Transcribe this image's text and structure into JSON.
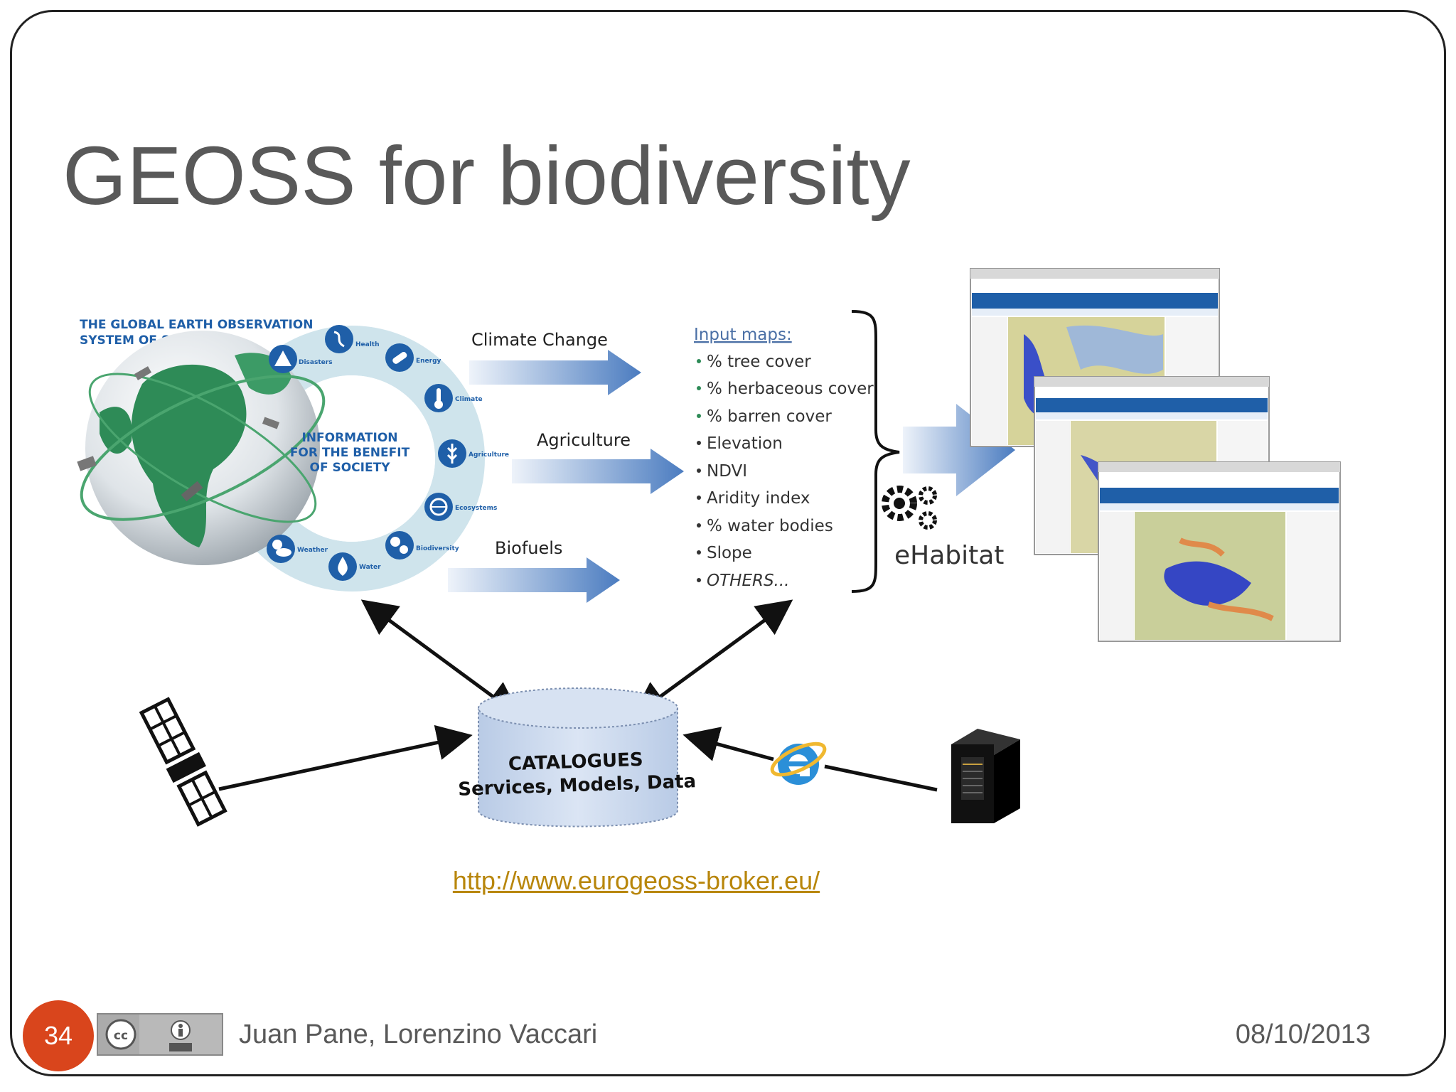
{
  "slide": {
    "title": "GEOSS for biodiversity",
    "number": "34",
    "authors": "Juan Pane, Lorenzino Vaccari",
    "date": "08/10/2013",
    "link": "http://www.eurogeoss-broker.eu/"
  },
  "geoss": {
    "heading_line1": "THE GLOBAL EARTH OBSERVATION",
    "heading_line2": "SYSTEM OF SYSTEMS",
    "center_line1": "INFORMATION",
    "center_line2": "FOR THE BENEFIT",
    "center_line3": "OF SOCIETY",
    "sba": [
      "Disasters",
      "Health",
      "Energy",
      "Climate",
      "Agriculture",
      "Ecosystems",
      "Biodiversity",
      "Water",
      "Weather"
    ]
  },
  "drivers": [
    "Climate Change",
    "Agriculture",
    "Biofuels"
  ],
  "input_maps": {
    "heading": "Input maps:",
    "items": [
      "% tree cover",
      "% herbaceous cover",
      "% barren cover",
      "Elevation",
      "NDVI",
      "Aridity index",
      "% water bodies",
      "Slope",
      "OTHERS..."
    ]
  },
  "ehabitat_label": "eHabitat",
  "catalogue": {
    "line1": "CATALOGUES",
    "line2": "Services, Models, Data"
  },
  "colors": {
    "accent": "#1f5fa8",
    "earth_green": "#2e8b57",
    "slide_number_bg": "#d9451c",
    "link": "#b8860b"
  },
  "icons": [
    "satellite-icon",
    "internet-explorer-icon",
    "server-icon",
    "gears-icon",
    "cc-by-icon"
  ]
}
